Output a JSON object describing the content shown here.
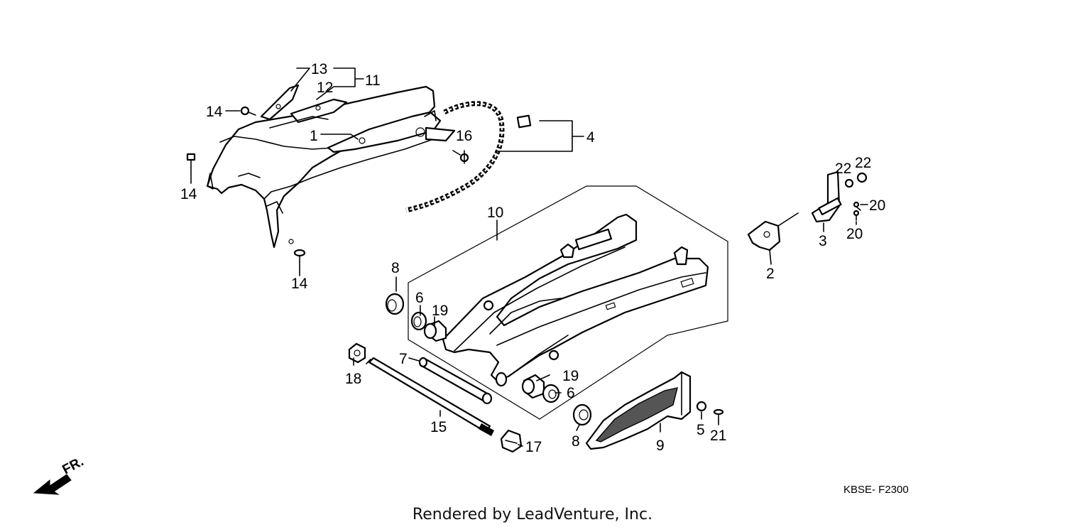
{
  "callouts": {
    "c1": "1",
    "c2": "2",
    "c3": "3",
    "c4": "4",
    "c5": "5",
    "c6a": "6",
    "c6b": "6",
    "c7": "7",
    "c8a": "8",
    "c8b": "8",
    "c9": "9",
    "c10": "10",
    "c11": "11",
    "c12": "12",
    "c13": "13",
    "c14a": "14",
    "c14b": "14",
    "c14c": "14",
    "c15": "15",
    "c16": "16",
    "c17": "17",
    "c18": "18",
    "c19a": "19",
    "c19b": "19",
    "c20a": "20",
    "c20b": "20",
    "c21": "21",
    "c22a": "22",
    "c22b": "22"
  },
  "direction_label": "FR.",
  "diagram_code": "KBSE- F2300",
  "credit": "Rendered by LeadVenture, Inc."
}
